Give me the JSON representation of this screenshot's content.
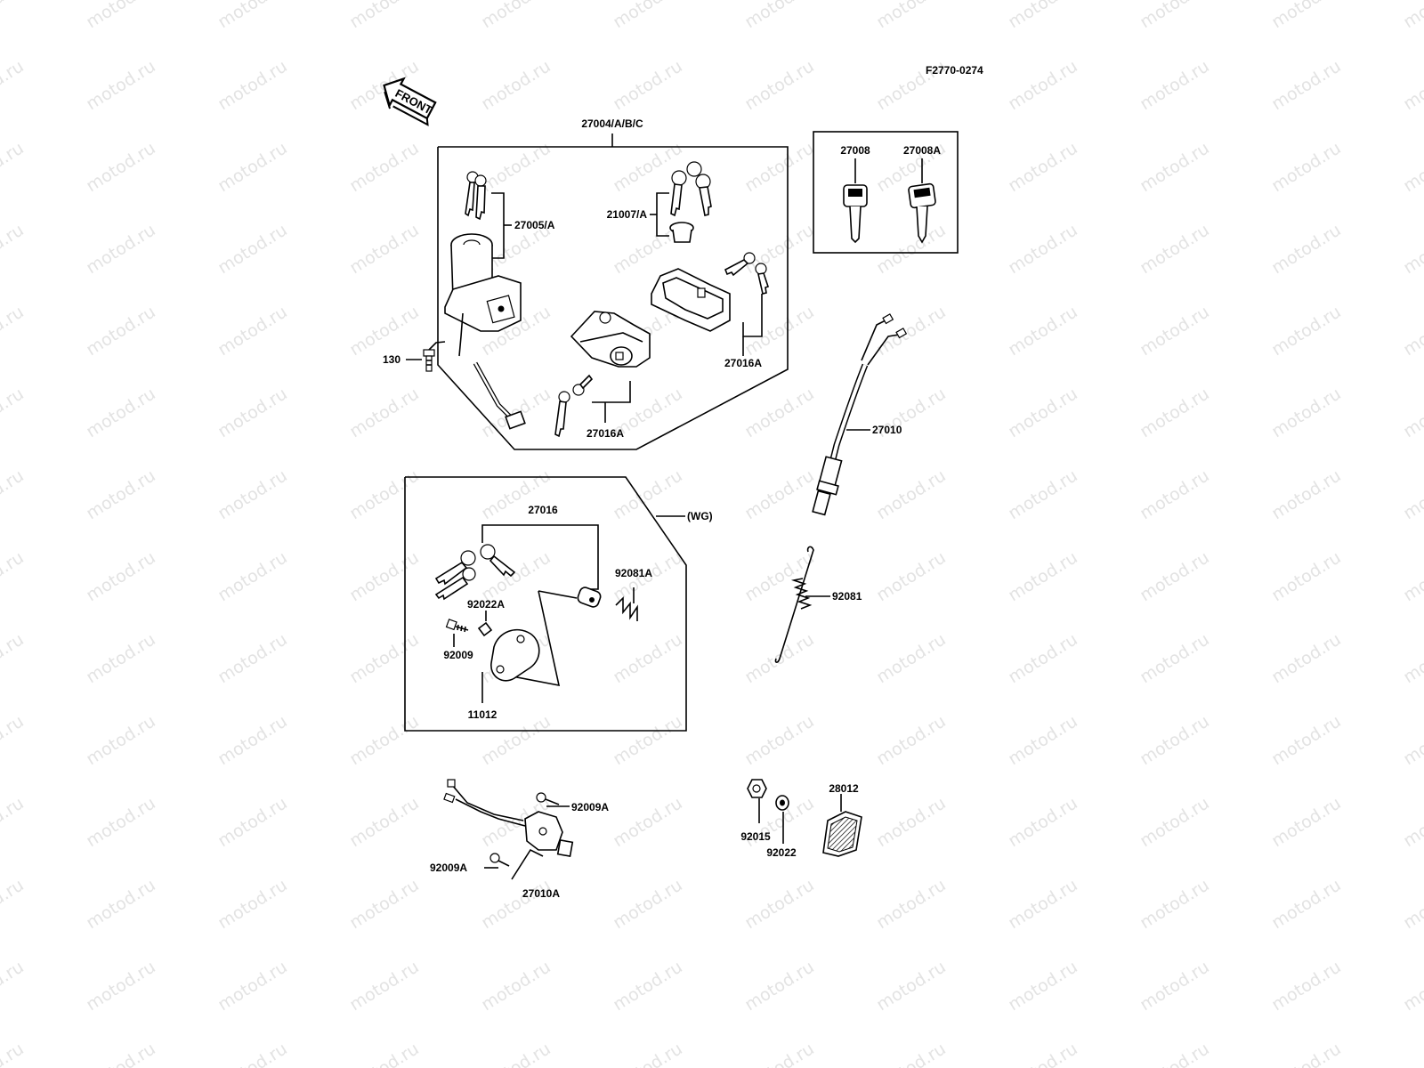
{
  "watermark": "motod.ru",
  "figure_code": "F2770-0274",
  "front_label": "FRONT",
  "labels": {
    "p27004": "27004/A/B/C",
    "p27005": "27005/A",
    "p21007": "21007/A",
    "p130": "130",
    "p27016A_right": "27016A",
    "p27016A_left": "27016A",
    "p27008": "27008",
    "p27008A": "27008A",
    "p27010": "27010",
    "p27016": "27016",
    "wg": "(WG)",
    "p92081A": "92081A",
    "p92022A": "92022A",
    "p92009": "92009",
    "p11012": "11012",
    "p92081": "92081",
    "p92009A_top": "92009A",
    "p92009A_bottom": "92009A",
    "p27010A": "27010A",
    "p28012": "28012",
    "p92015": "92015",
    "p92022": "92022"
  }
}
